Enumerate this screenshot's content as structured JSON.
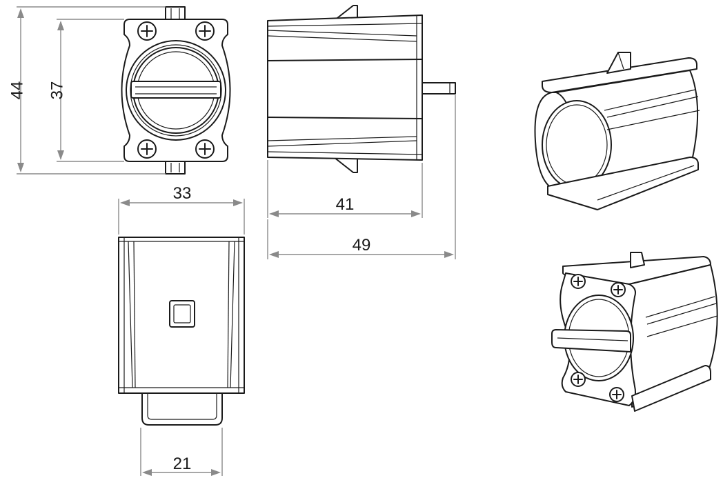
{
  "dimensions": {
    "height_outer": "44",
    "height_inner": "37",
    "width_front": "33",
    "depth_body": "41",
    "depth_total": "49",
    "tab_width": "21"
  },
  "colors": {
    "line": "#1a1a1a",
    "dimension": "#8a8a8a",
    "background": "#ffffff"
  }
}
